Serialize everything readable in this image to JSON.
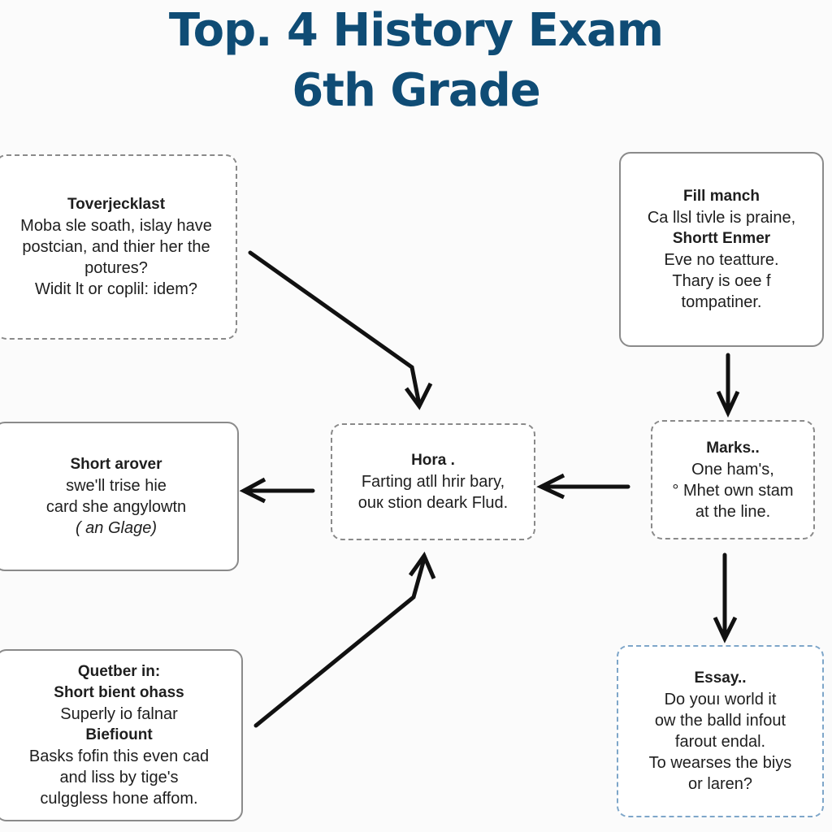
{
  "title": {
    "line1": "Top. 4 History Exam",
    "line2": "6th Grade"
  },
  "boxes": {
    "top_left": {
      "heading": "Toverjecklast",
      "lines": [
        "Moba sle soath, islay have",
        "postcian, and thier her the",
        "potures?",
        "Widit lt or coplil: idem?"
      ]
    },
    "top_right": {
      "heading": "Fill manch",
      "line1": "Ca llsl tivle is praine,",
      "subheading": "Shortt Enmer",
      "lines": [
        "Eve no teatture.",
        "Thary is oee f",
        "tompatiner."
      ]
    },
    "middle_left": {
      "heading": "Short arover",
      "lines": [
        "swe'll trise hie",
        "card she angylowtn"
      ],
      "note": "( an Glage)"
    },
    "center": {
      "heading": "Hora .",
      "lines": [
        "Farting atll hrir bary,",
        "ouк stion deark Flud."
      ]
    },
    "middle_right": {
      "heading": "Marks..",
      "lines": [
        "One ham's,",
        "° Mhet own stam",
        "at the line."
      ]
    },
    "bottom_left": {
      "heading1": "Quetber in:",
      "heading2": "Short bient ohass",
      "line1": "Superly io falnar",
      "heading3": "Biefiount",
      "lines": [
        "Basks fofin this even cad",
        "and liss by tige's",
        "culggless hone affom."
      ]
    },
    "bottom_right": {
      "heading": "Essay..",
      "lines": [
        "Do youı world it",
        "ow the balld infout",
        "farout endal.",
        "To wearses the biys",
        "or laren?"
      ]
    }
  },
  "colors": {
    "title": "#0f4c75",
    "border": "#8a8a8a",
    "border_blue": "#7ea6c9",
    "arrow": "#111111"
  }
}
